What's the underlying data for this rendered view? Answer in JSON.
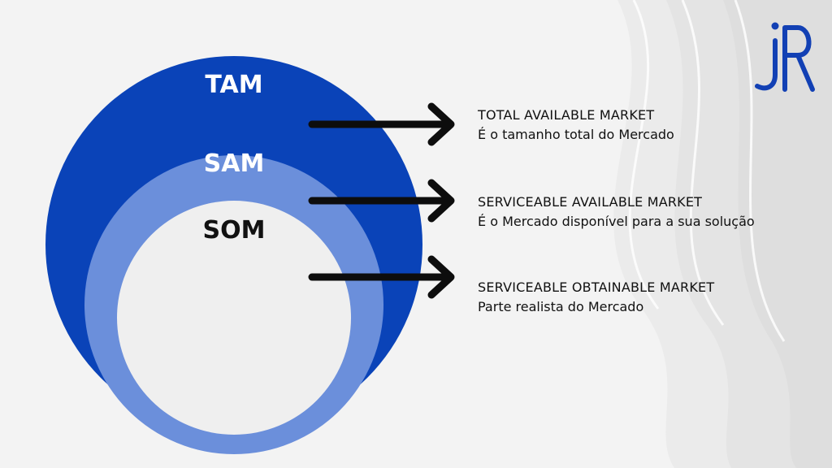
{
  "colors": {
    "tam": "#0a43b8",
    "sam": "#6b8fdb",
    "som": "#efefef",
    "arrow": "#0d0d0d",
    "logo": "#1240b4"
  },
  "circles": {
    "tam_label": "TAM",
    "sam_label": "SAM",
    "som_label": "SOM"
  },
  "descriptions": [
    {
      "title": "TOTAL AVAILABLE MARKET",
      "text": "É o tamanho total do Mercado"
    },
    {
      "title": "SERVICEABLE AVAILABLE MARKET",
      "text": "É o Mercado disponível para a sua solução"
    },
    {
      "title": "SERVICEABLE OBTAINABLE MARKET",
      "text": "Parte realista do Mercado"
    }
  ],
  "logo": {
    "text": "jR",
    "icon": "jr-logo-icon"
  }
}
